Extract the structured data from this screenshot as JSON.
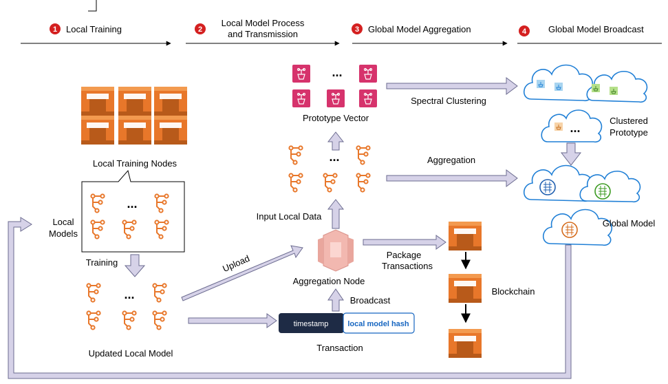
{
  "stages": [
    {
      "num": "1",
      "label": "Local Training"
    },
    {
      "num": "2",
      "label_line1": "Local Model Process",
      "label_line2": "and Transmission"
    },
    {
      "num": "3",
      "label": "Global Model Aggregation"
    },
    {
      "num": "4",
      "label": "Global Model Broadcast"
    }
  ],
  "labels": {
    "local_training_nodes": "Local Training Nodes",
    "local_models_line1": "Local",
    "local_models_line2": "Models",
    "training": "Training",
    "updated_local_model": "Updated Local Model",
    "upload": "Upload",
    "prototype_vector": "Prototype Vector",
    "input_local_data": "Input Local Data",
    "aggregation_node": "Aggregation Node",
    "broadcast": "Broadcast",
    "transaction": "Transaction",
    "package_line1": "Package",
    "package_line2": "Transactions",
    "blockchain": "Blockchain",
    "spectral_clustering": "Spectral Clustering",
    "aggregation": "Aggregation",
    "clustered_line1": "Clustered",
    "clustered_line2": "Prototype",
    "global_model": "Global Model",
    "ellipsis": "...",
    "timestamp": "timestamp",
    "local_model_hash": "local model hash"
  },
  "colors": {
    "aws_orange": "#e8772a",
    "aws_dark": "#b85a1a",
    "model_icon": "#e8772a",
    "pink": "#d6336c",
    "arrow_fill": "#d6d2e8",
    "arrow_stroke": "#6b6b8f",
    "cloud_stroke": "#1f7fd6",
    "badge_red": "#d42020",
    "timestamp_bg": "#1e2b45",
    "hash_text": "#1565c0",
    "aggregation_node": "#f2b8b0"
  },
  "icons": [
    "aws-ec2-cluster-icon",
    "model-tree-icon",
    "prototype-chip-icon",
    "cloud-icon",
    "blockchain-block-icon",
    "aggregation-node-icon",
    "brain-chip-icon"
  ]
}
